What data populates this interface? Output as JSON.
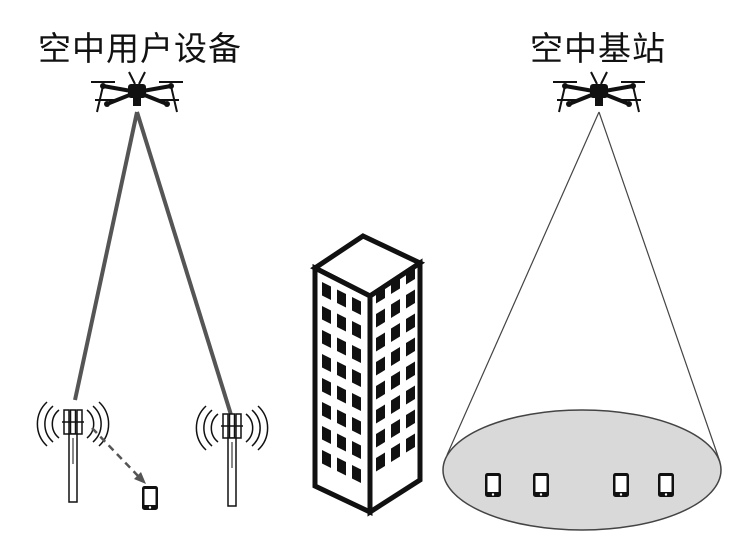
{
  "labels": {
    "aerial_user_equipment": "空中用户设备",
    "aerial_base_station": "空中基站"
  },
  "icons": {
    "left_drone": "drone-icon",
    "right_drone": "drone-icon",
    "tower_left": "cell-tower-icon",
    "tower_right": "cell-tower-icon",
    "building": "skyscraper-icon",
    "phone": "smartphone-icon"
  },
  "colors": {
    "ink": "#111111",
    "link": "#555555",
    "coverage_fill": "#d9d9d9",
    "coverage_stroke": "#444444"
  },
  "coverage": {
    "phone_count": 4
  }
}
